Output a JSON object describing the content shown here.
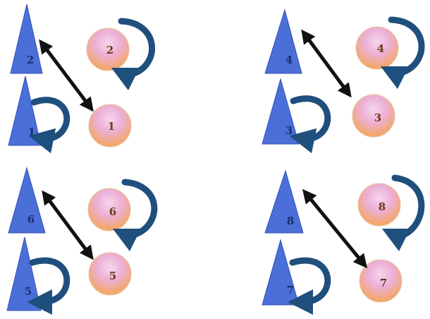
{
  "colors": {
    "cone_fill": "#4a6fd8",
    "cone_edge": "#3552b8",
    "ball_top": "#f7d6ec",
    "ball_mid": "#ecb0d8",
    "ball_bottom": "#f4a65c",
    "rotation_arrow": "#1f4f7d",
    "swap_arrow": "#111111",
    "background": "#ffffff"
  },
  "groups": [
    {
      "cone_top": "2",
      "cone_bottom": "1",
      "ball_top": "2",
      "ball_bottom": "1"
    },
    {
      "cone_top": "4",
      "cone_bottom": "3",
      "ball_top": "4",
      "ball_bottom": "3"
    },
    {
      "cone_top": "6",
      "cone_bottom": "5",
      "ball_top": "6",
      "ball_bottom": "5"
    },
    {
      "cone_top": "8",
      "cone_bottom": "7",
      "ball_top": "8",
      "ball_bottom": "7"
    }
  ],
  "icons": {
    "cone": "cone-icon",
    "ball": "ball-icon",
    "rotation_arrow": "curved-arrow-icon",
    "swap_arrow": "double-headed-arrow-icon"
  }
}
